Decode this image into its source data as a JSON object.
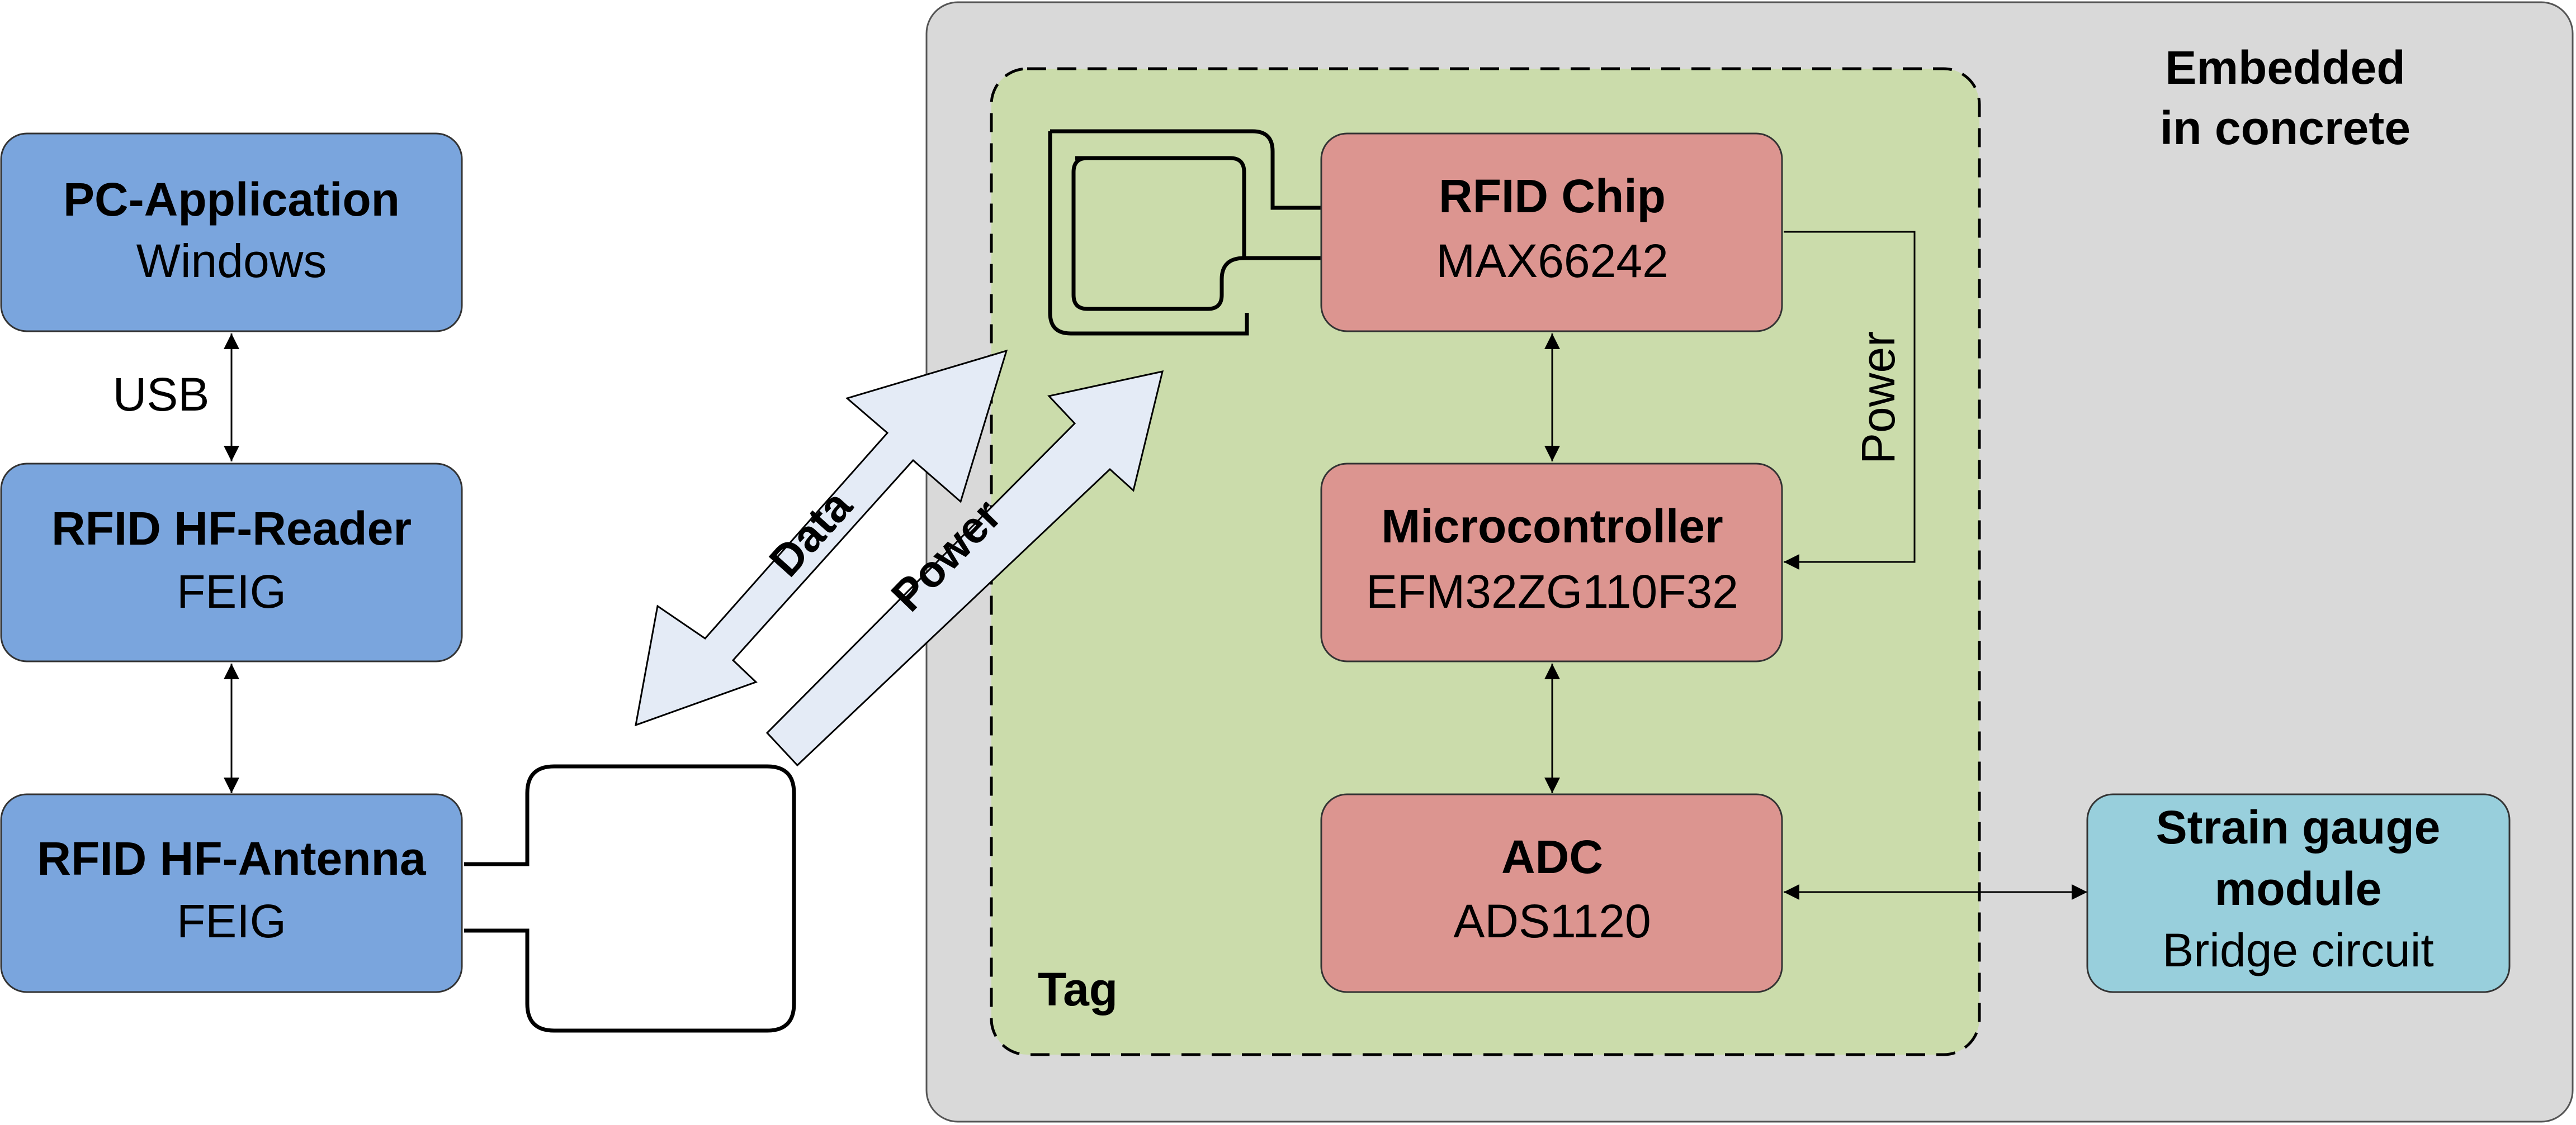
{
  "region": {
    "label_line1": "Embedded",
    "label_line2": "in concrete"
  },
  "tag": {
    "label": "Tag"
  },
  "links": {
    "usb_label": "USB",
    "power_label": "Power"
  },
  "wireless": {
    "data_label": "Data",
    "power_label": "Power"
  },
  "blocks": {
    "pc_app": {
      "title": "PC-Application",
      "subtitle": "Windows"
    },
    "reader": {
      "title": "RFID HF-Reader",
      "subtitle": "FEIG"
    },
    "antenna": {
      "title": "RFID HF-Antenna",
      "subtitle": "FEIG"
    },
    "rfid_chip": {
      "title": "RFID Chip",
      "subtitle": "MAX66242"
    },
    "mcu": {
      "title": "Microcontroller",
      "subtitle": "EFM32ZG110F32"
    },
    "adc": {
      "title": "ADC",
      "subtitle": "ADS1120"
    },
    "strain": {
      "title_line1": "Strain gauge",
      "title_line2": "module",
      "subtitle": "Bridge circuit"
    }
  },
  "colors": {
    "pc_blocks": "#7aa5dd",
    "tag_blocks": "#dc9590",
    "strain_block": "#98cfdc",
    "tag_area": "#cbdcab",
    "concrete_area": "#d9d9d9",
    "wireless_arrows": "#e4ebf6"
  }
}
